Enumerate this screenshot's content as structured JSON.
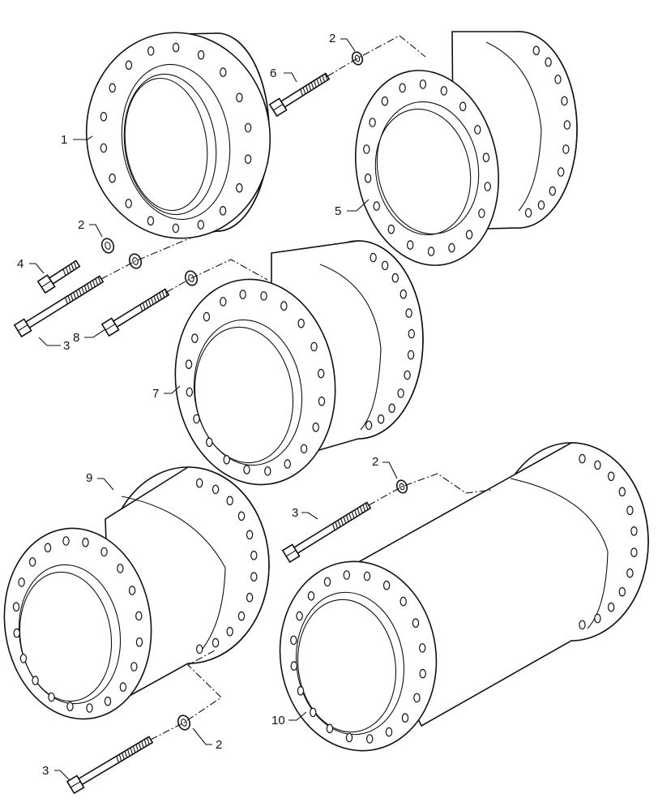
{
  "callouts": {
    "c1": "1",
    "c2a": "2",
    "c2b": "2",
    "c2c": "2",
    "c2d": "2",
    "c3a": "3",
    "c3b": "3",
    "c3c": "3",
    "c4": "4",
    "c5": "5",
    "c6": "6",
    "c7": "7",
    "c8": "8",
    "c9": "9",
    "c10": "10"
  }
}
